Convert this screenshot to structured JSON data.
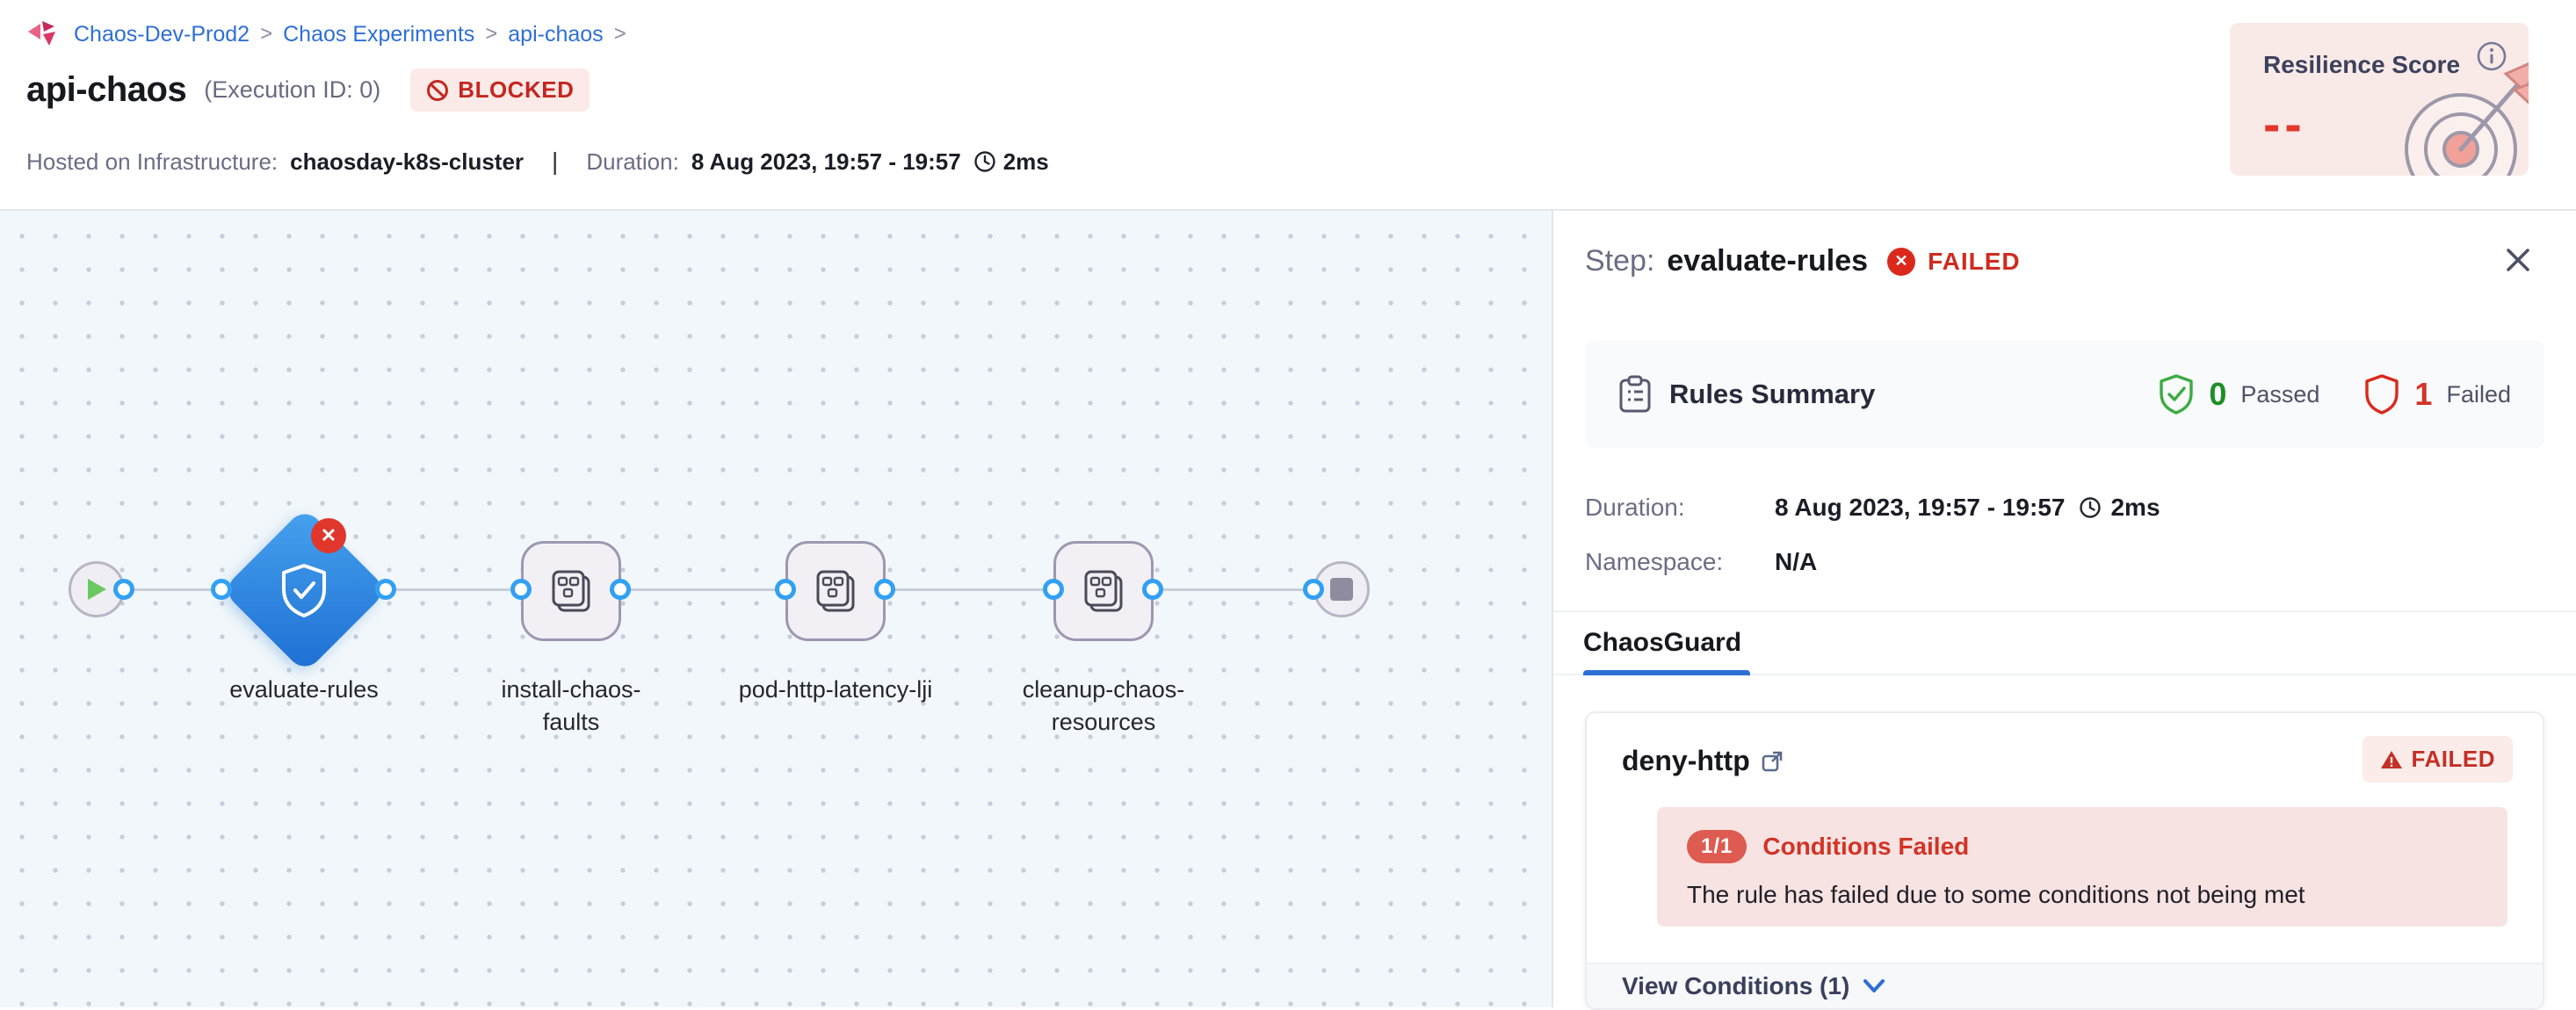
{
  "colors": {
    "brand_blue": "#2e6fd6",
    "node_blue": "#1d6fd3",
    "failed_red": "#cf2b20",
    "passed_green": "#1e8e27",
    "blocked_bg": "#fceae8",
    "logo_magenta": "#d8386b",
    "canvas_bg": "#f1f7fa"
  },
  "breadcrumb": {
    "items": [
      "Chaos-Dev-Prod2",
      "Chaos Experiments",
      "api-chaos"
    ],
    "separator": ">"
  },
  "header": {
    "title": "api-chaos",
    "execution_id": "(Execution ID: 0)",
    "status": "BLOCKED",
    "infra_label": "Hosted on Infrastructure:",
    "infra_value": "chaosday-k8s-cluster",
    "duration_label": "Duration:",
    "duration_value": "8 Aug 2023, 19:57 - 19:57",
    "elapsed": "2ms"
  },
  "resilience": {
    "title": "Resilience Score",
    "value": "--"
  },
  "pipeline": {
    "nodes": [
      {
        "label": "evaluate-rules",
        "type": "chaosguard",
        "status": "failed"
      },
      {
        "label": "install-chaos-faults",
        "type": "step"
      },
      {
        "label": "pod-http-latency-lji",
        "type": "step"
      },
      {
        "label": "cleanup-chaos-resources",
        "type": "step"
      }
    ],
    "fail_badge": "✕"
  },
  "panel": {
    "step_label": "Step:",
    "step_name": "evaluate-rules",
    "status": "FAILED",
    "close": "✕",
    "rules_summary": {
      "title": "Rules Summary",
      "passed_count": "0",
      "passed_label": "Passed",
      "failed_count": "1",
      "failed_label": "Failed"
    },
    "duration_label": "Duration:",
    "duration_value": "8 Aug 2023, 19:57 - 19:57",
    "elapsed": "2ms",
    "namespace_label": "Namespace:",
    "namespace_value": "N/A",
    "tab": "ChaosGuard",
    "rule": {
      "name": "deny-http",
      "status": "FAILED",
      "conditions_ratio": "1/1",
      "conditions_label": "Conditions Failed",
      "message": "The rule has failed due to some conditions not being met",
      "footer": "View Conditions (1)"
    }
  }
}
